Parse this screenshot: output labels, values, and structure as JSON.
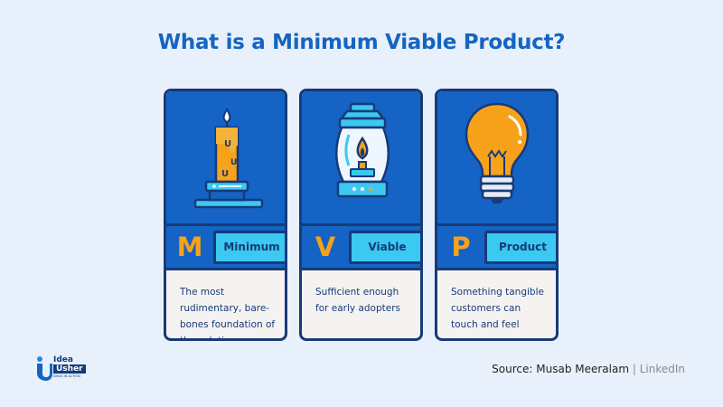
{
  "title": "What is a Minimum Viable Product?",
  "cards": [
    {
      "letter": "M",
      "label": "Minimum",
      "description": "The most rudimentary, bare-bones foundation of the solution possible",
      "icon": "candle-icon"
    },
    {
      "letter": "V",
      "label": "Viable",
      "description": "Sufficient enough for early adopters",
      "icon": "lantern-icon"
    },
    {
      "letter": "P",
      "label": "Product",
      "description": "Something tangible customers can touch and feel",
      "icon": "lightbulb-icon"
    }
  ],
  "logo": {
    "line1": "Idea",
    "line2": "Usher",
    "tagline": "IDEAS IN ACTION"
  },
  "source": {
    "prefix": "Source: ",
    "author": "Musab Meeralam",
    "separator": " | ",
    "platform": "LinkedIn"
  },
  "colors": {
    "background": "#e8f0fb",
    "title": "#1565c0",
    "card_blue": "#1463c5",
    "outline": "#173a78",
    "label_cyan": "#3bc9f1",
    "letter_orange": "#f7a21b",
    "card_body": "#f5f3f1"
  }
}
